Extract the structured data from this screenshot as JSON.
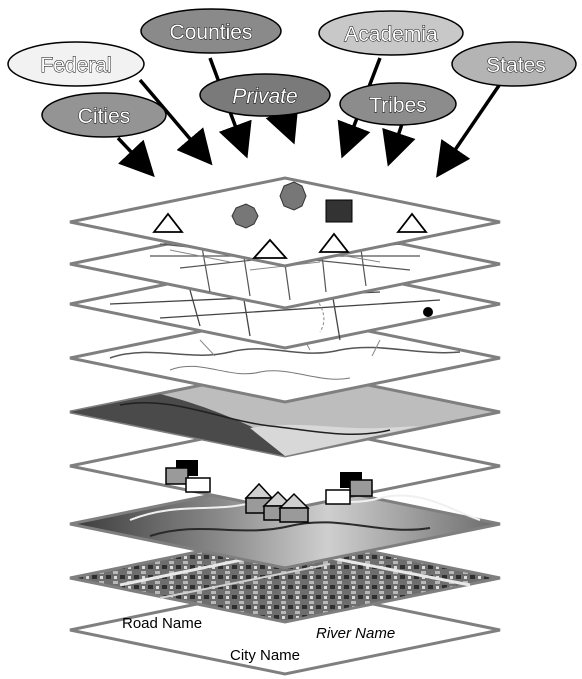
{
  "sources": [
    {
      "key": "counties",
      "label": "Counties",
      "italic": false,
      "fill": "#8a8a8a"
    },
    {
      "key": "academia",
      "label": "Academia",
      "italic": false,
      "fill": "#c8c8c8"
    },
    {
      "key": "federal",
      "label": "Federal",
      "italic": false,
      "fill": "#f2f2f2"
    },
    {
      "key": "states",
      "label": "States",
      "italic": false,
      "fill": "#b4b4b4"
    },
    {
      "key": "private",
      "label": "Private",
      "italic": true,
      "fill": "#7a7a7a"
    },
    {
      "key": "tribes",
      "label": "Tribes",
      "italic": false,
      "fill": "#8c8c8c"
    },
    {
      "key": "cities",
      "label": "Cities",
      "italic": false,
      "fill": "#949494"
    }
  ],
  "layers": [
    {
      "key": "points",
      "content": "symbols"
    },
    {
      "key": "parcels",
      "content": "line-work"
    },
    {
      "key": "streets",
      "content": "line-work"
    },
    {
      "key": "hydrography",
      "content": "line-work"
    },
    {
      "key": "land-cover",
      "content": "tones"
    },
    {
      "key": "structures",
      "content": "symbols"
    },
    {
      "key": "elevation",
      "content": "raster"
    },
    {
      "key": "imagery",
      "content": "raster"
    },
    {
      "key": "annotation",
      "content": "text"
    }
  ],
  "annotation_labels": {
    "road": "Road Name",
    "river": "River Name",
    "city": "City Name"
  },
  "colors": {
    "layer_outline": "#7f7f7f",
    "layer_fill": "#ffffff",
    "arrow": "#000000",
    "octagon": "#777777",
    "square": "#333333"
  }
}
